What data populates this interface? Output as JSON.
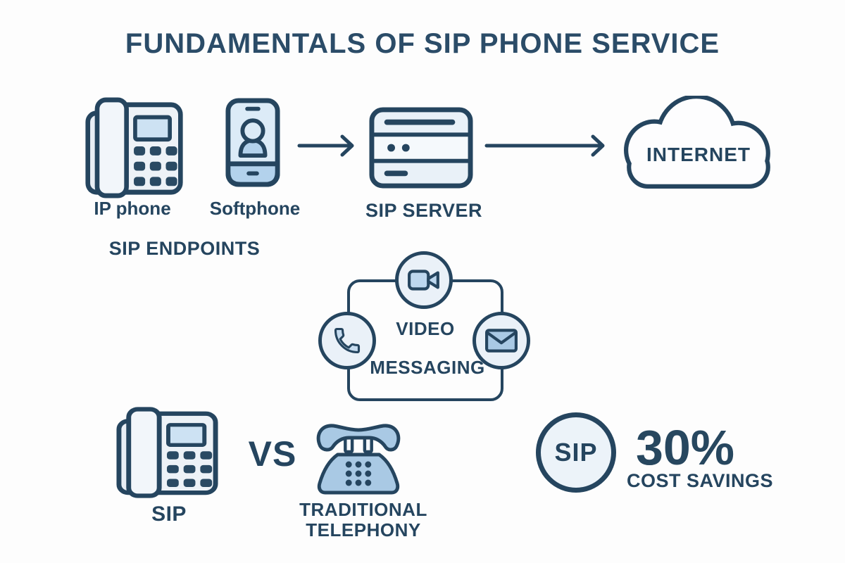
{
  "title": "FUNDAMENTALS OF SIP PHONE SERVICE",
  "colors": {
    "navy": "#25455f",
    "medium_blue": "#a9c9e4",
    "light_fill": "#edf2f8",
    "circle_fill": "#eaf1f8",
    "screen_blue": "#cde2f3",
    "background": "#fdfdfd"
  },
  "flow": {
    "ip_phone": {
      "label": "IP phone",
      "icon": "desk-phone-icon"
    },
    "softphone": {
      "label": "Softphone",
      "icon": "smartphone-user-icon"
    },
    "endpoints_label": "SIP ENDPOINTS",
    "server": {
      "label": "SIP SERVER",
      "icon": "server-icon"
    },
    "internet": {
      "label": "INTERNET",
      "icon": "cloud-icon"
    }
  },
  "features": {
    "video_label": "VIDEO",
    "messaging_label": "MESSAGING",
    "icons": [
      "video-camera-icon",
      "phone-handset-icon",
      "envelope-icon"
    ]
  },
  "comparison": {
    "sip_label": "SIP",
    "vs_label": "VS",
    "traditional_line1": "TRADITIONAL",
    "traditional_line2": "TELEPHONY",
    "icons": [
      "desk-phone-icon",
      "rotary-phone-icon"
    ]
  },
  "savings": {
    "badge_label": "SIP",
    "percent": "30%",
    "caption": "COST SAVINGS"
  }
}
